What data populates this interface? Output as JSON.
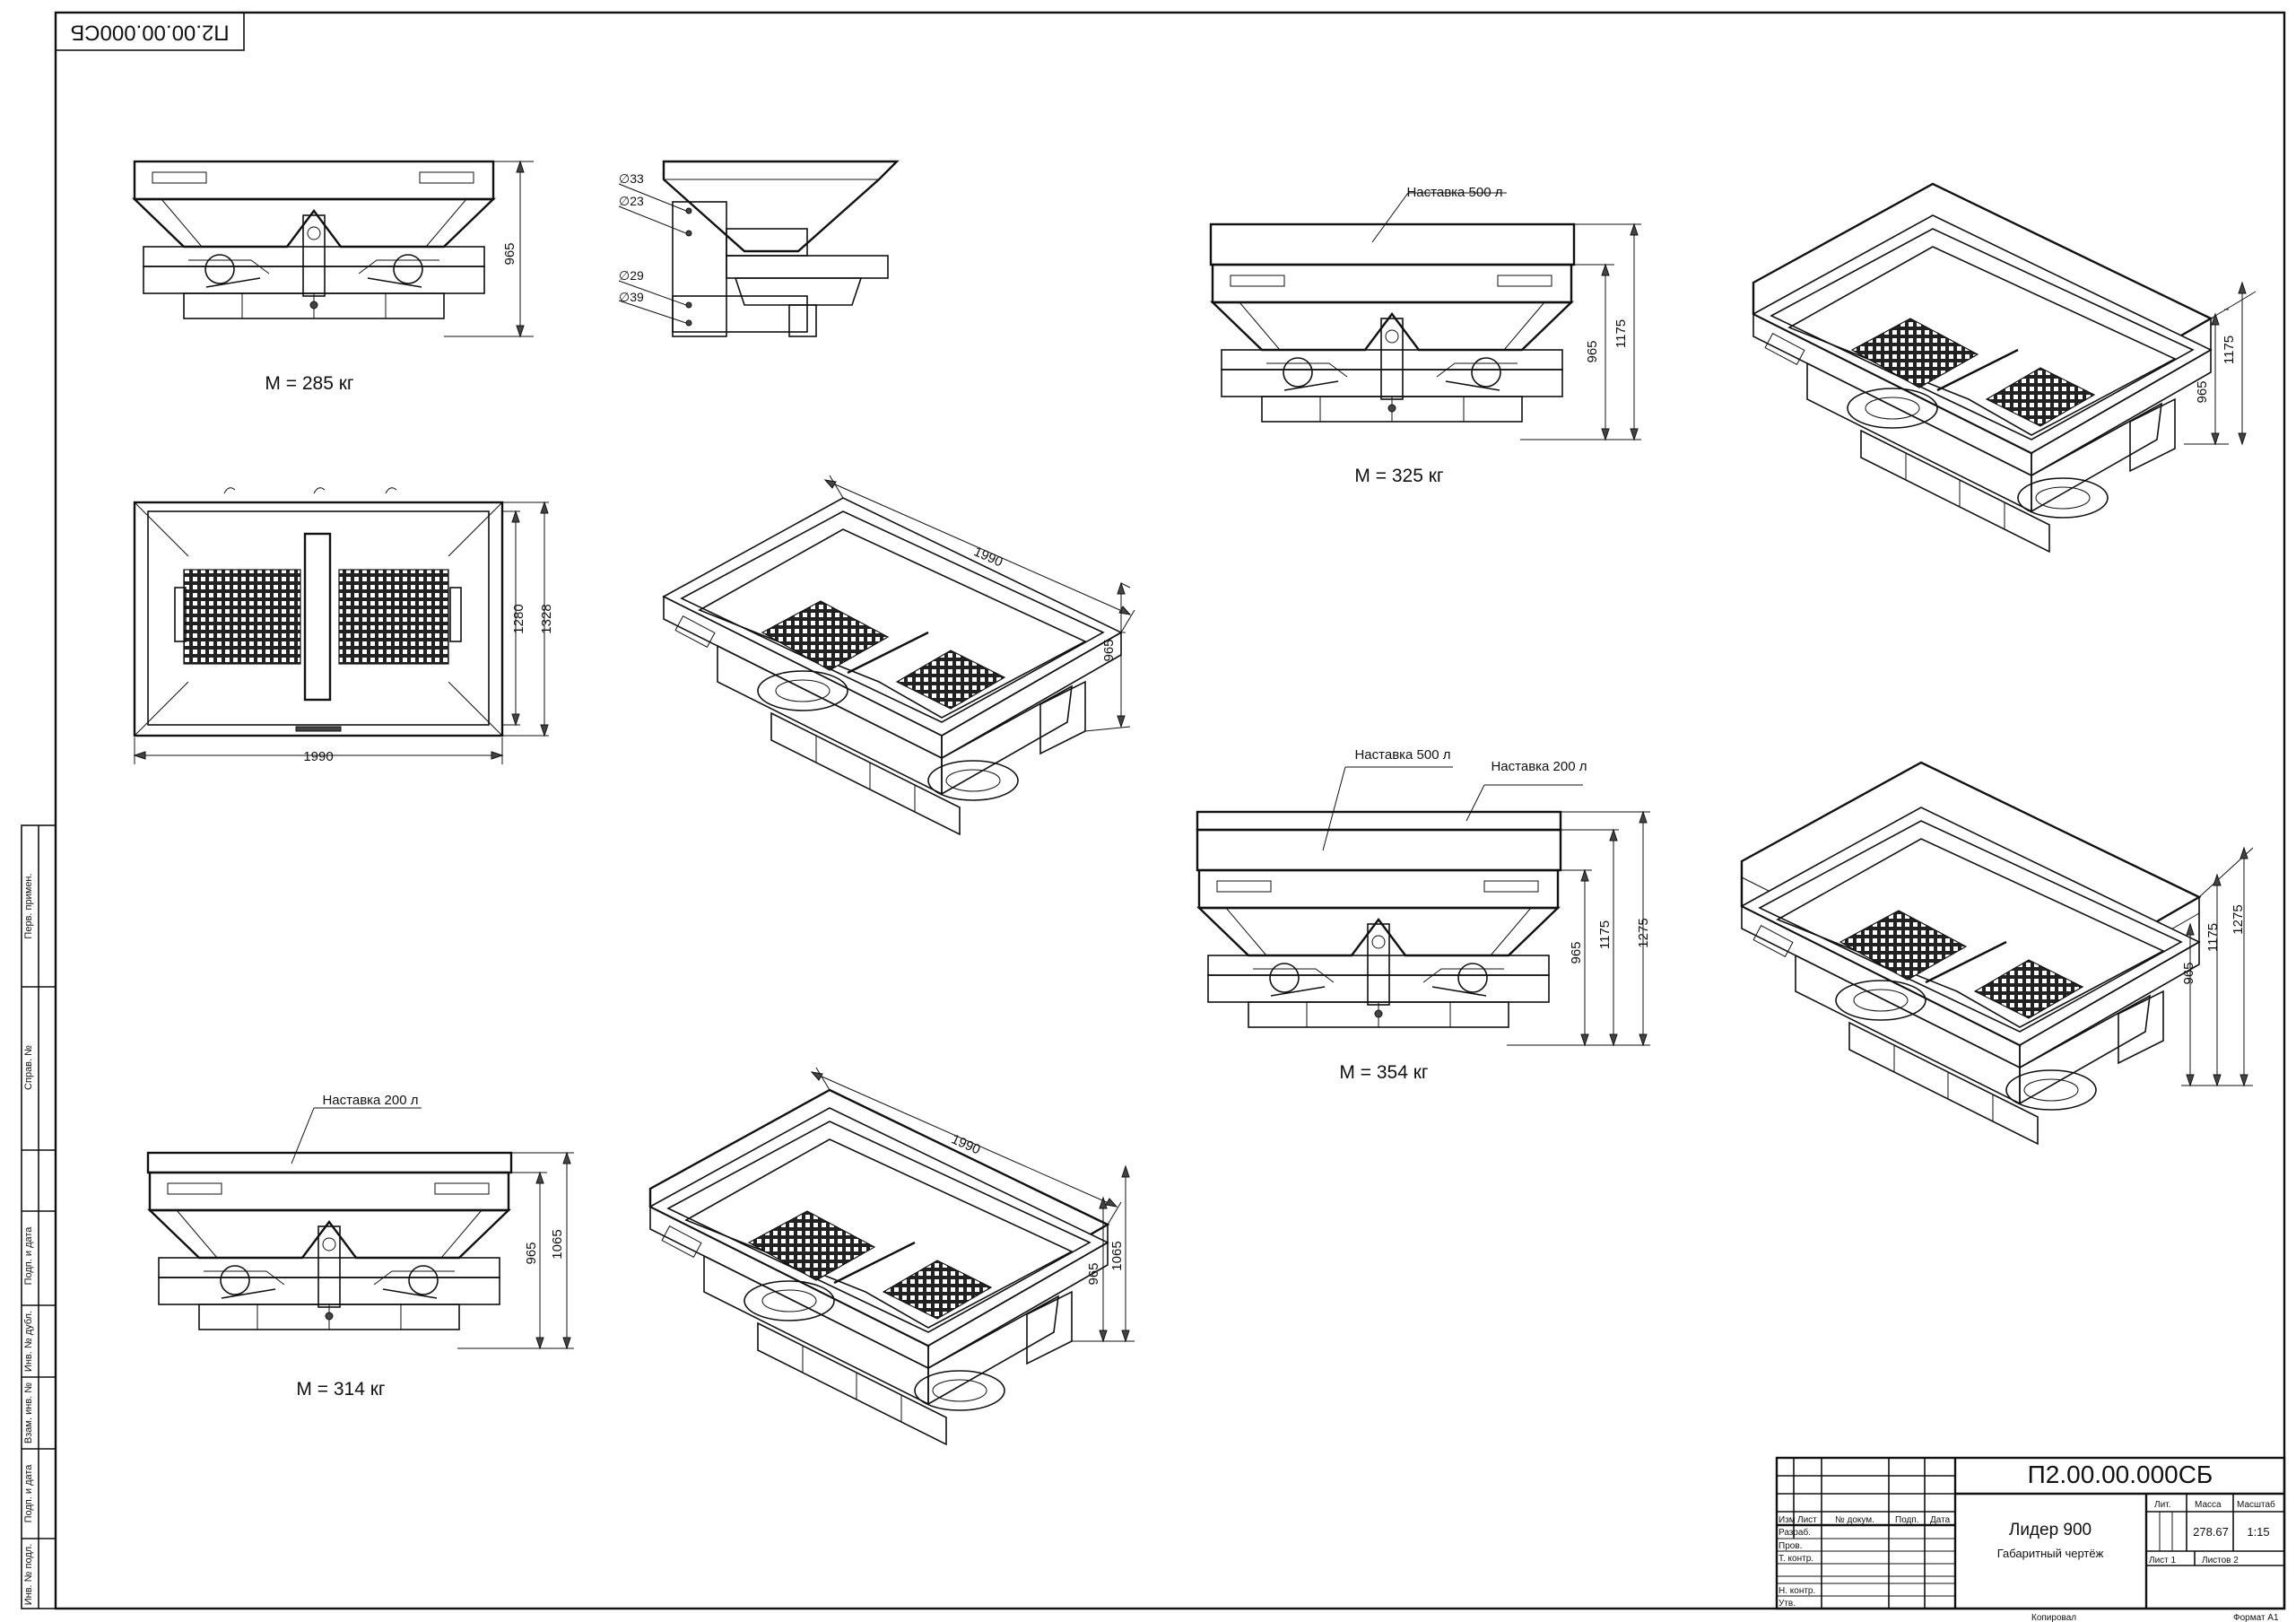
{
  "sheet": {
    "designation_rotated": "П2.00.00.000СБ",
    "designation": "П2.00.00.000СБ",
    "product_name": "Лидер 900",
    "document_type": "Габаритный чертёж",
    "mass_value": "278.67",
    "scale_value": "1:15",
    "sheet_label": "Лист 1",
    "sheets_label": "Листов 2",
    "copied_label": "Копировал",
    "format_label": "Формат А1"
  },
  "title_block": {
    "col_headers": {
      "izm": "Изм",
      "list": "Лист",
      "doc": "№ докум.",
      "sign": "Подп.",
      "date": "Дата"
    },
    "roles": [
      "Разраб.",
      "Пров.",
      "Т. контр.",
      "",
      "Н. контр.",
      "Утв."
    ],
    "lit_header": "Лит.",
    "mass_header": "Масса",
    "scale_header": "Масштаб"
  },
  "side_stamp": {
    "cells": [
      "Перв. примен.",
      "Справ. №",
      "Подп. и дата",
      "Инв. № дубл.",
      "Взам. инв. №",
      "Подп. и дата",
      "Инв. № подл."
    ]
  },
  "views": {
    "base_front": {
      "height": "965",
      "mass": "M = 285 кг"
    },
    "side_view": {
      "d1": "∅33",
      "d2": "∅23",
      "d3": "∅29",
      "d4": "∅39"
    },
    "top_view": {
      "width": "1990",
      "inner_depth": "1280",
      "outer_depth": "1328"
    },
    "iso_base": {
      "length": "1990",
      "height": "965"
    },
    "ext500_front": {
      "label": "Наставка 500 л",
      "height": "965",
      "total": "1175",
      "mass": "M = 325 кг"
    },
    "ext500_iso": {
      "height": "965",
      "total": "1175"
    },
    "ext700_front": {
      "label1": "Наставка 500 л",
      "label2": "Наставка 200 л",
      "height": "965",
      "mid": "1175",
      "total": "1275",
      "mass": "M = 354 кг"
    },
    "ext700_iso": {
      "height": "965",
      "mid": "1175",
      "total": "1275"
    },
    "ext200_front": {
      "label": "Наставка 200 л",
      "height": "965",
      "total": "1065",
      "mass": "M = 314 кг"
    },
    "ext200_iso": {
      "length": "1990",
      "height": "965",
      "total": "1065"
    }
  }
}
